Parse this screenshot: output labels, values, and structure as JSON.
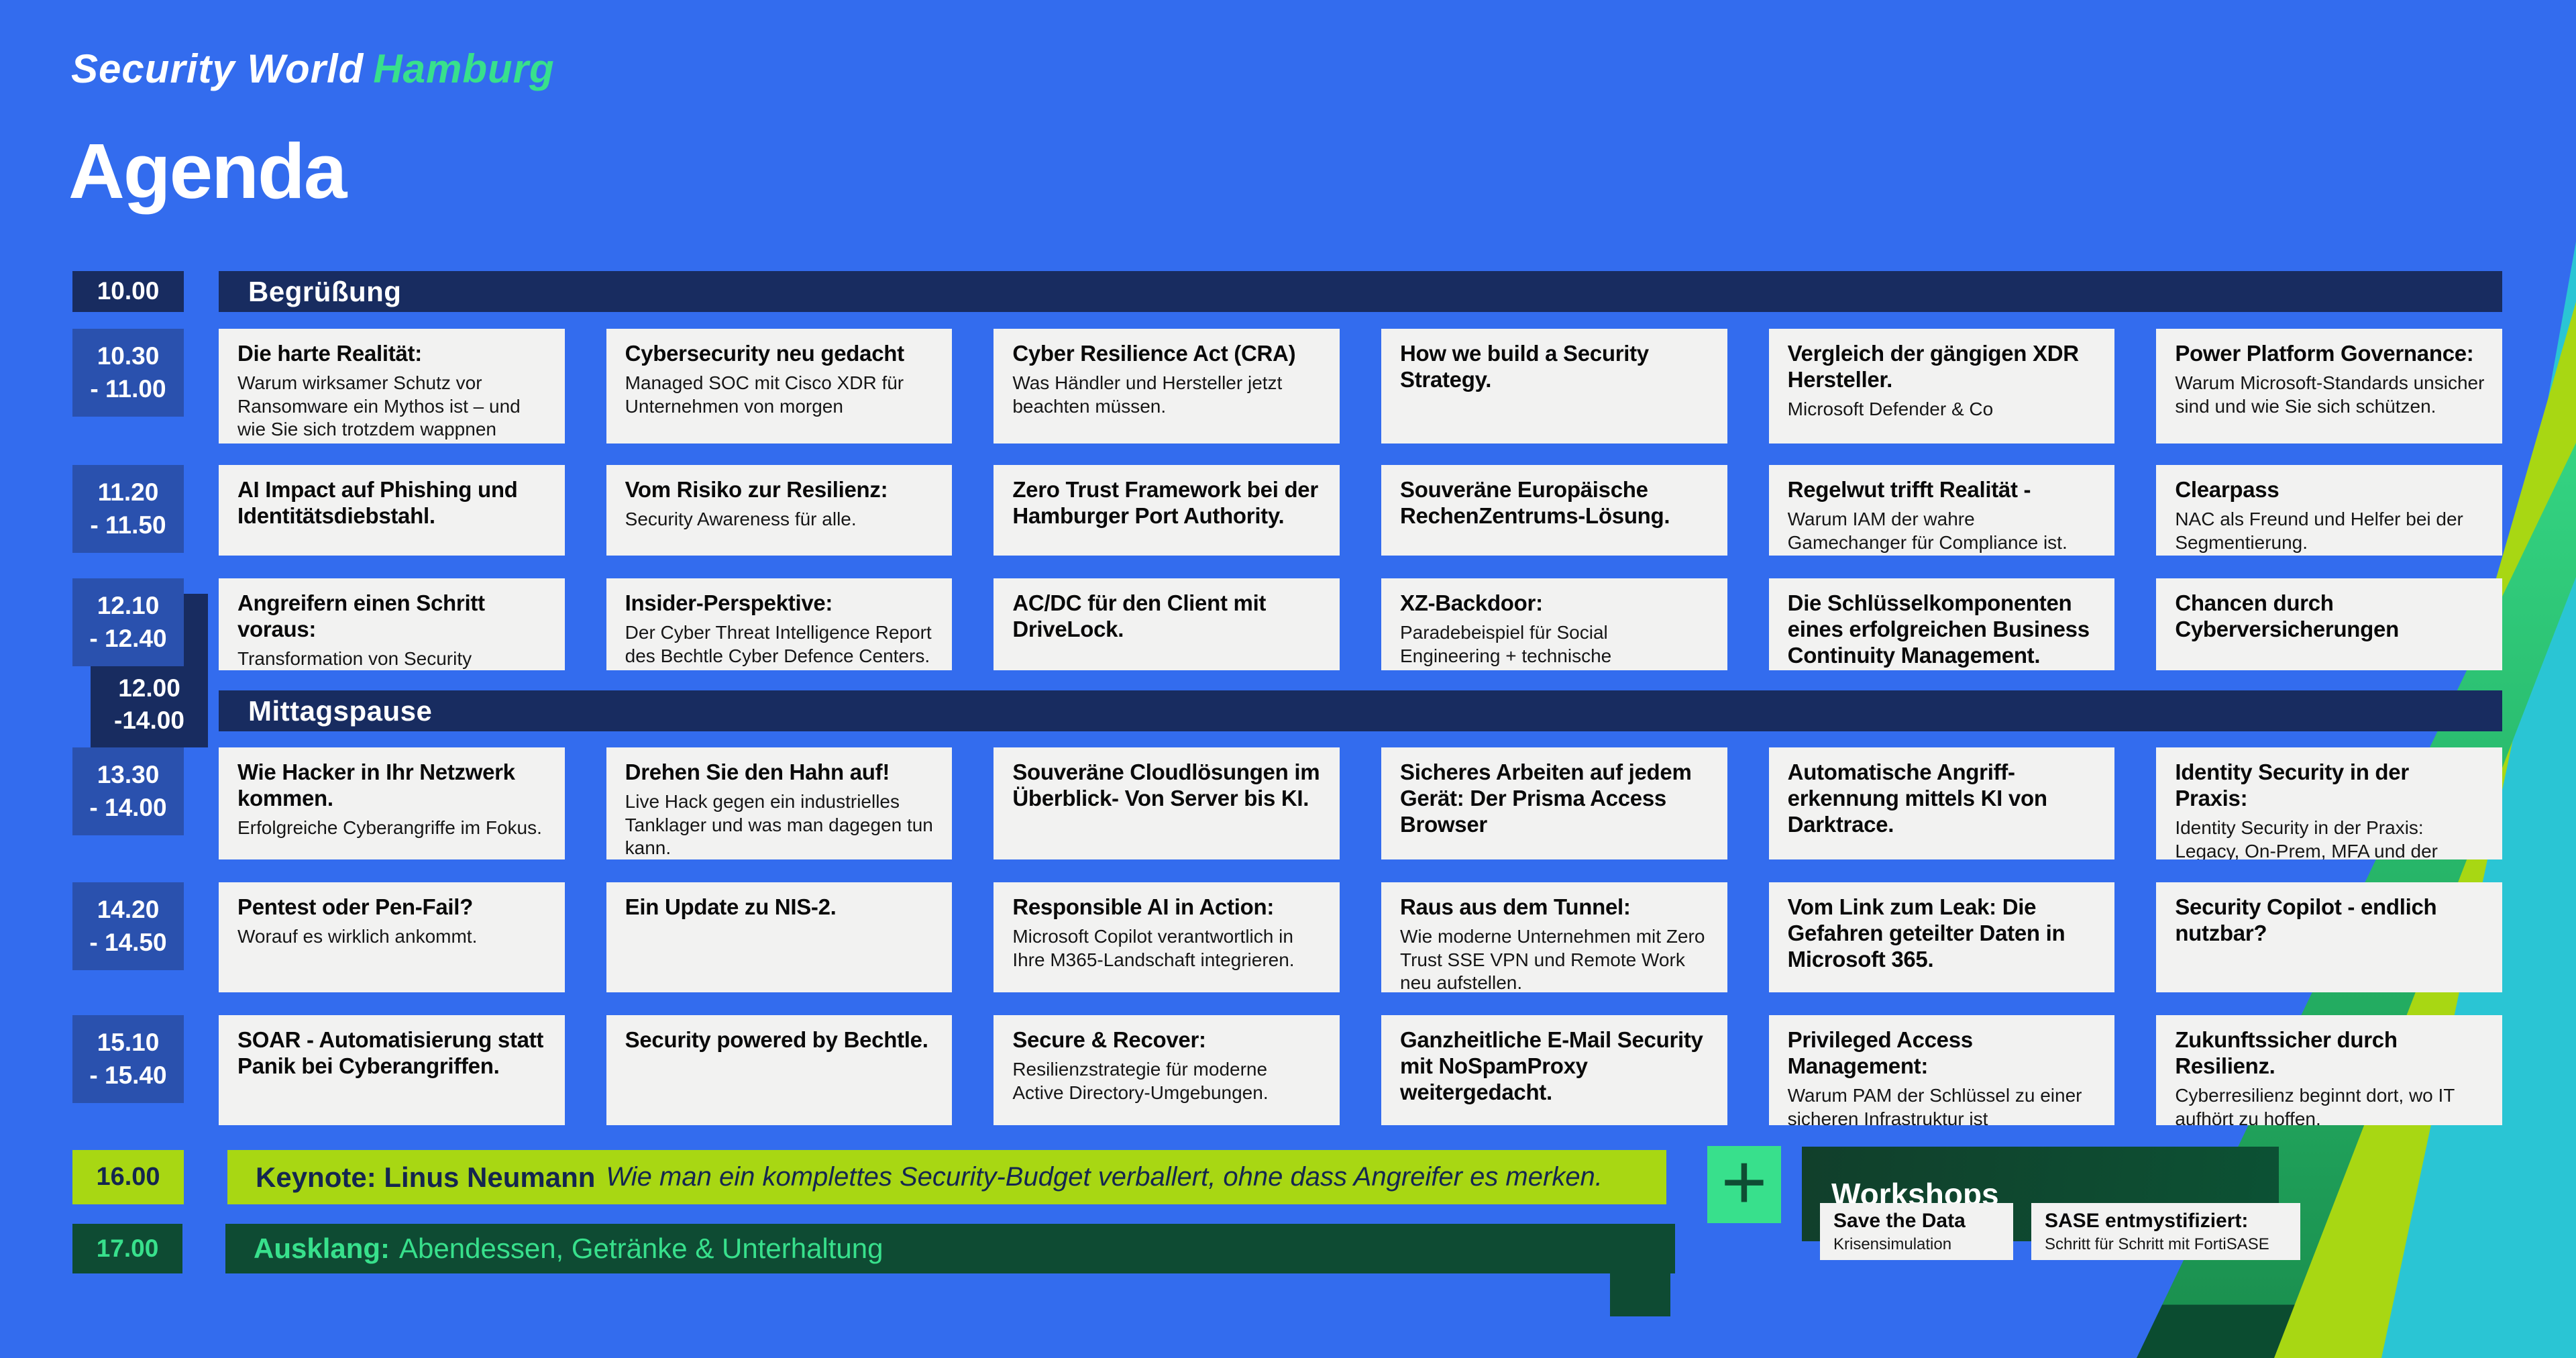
{
  "colors": {
    "background": "#336CEE",
    "navy": "#182C60",
    "time_blue": "#2A51AE",
    "card_bg": "#F2F2F1",
    "lime": "#A8D713",
    "mint_green": "#38E08C",
    "dark_green": "#0E4B33",
    "stripe_cyan": "#2AC5D4",
    "stripe_green": "#23AC61"
  },
  "brand": {
    "title_white": "Security World",
    "title_green": "Hamburg",
    "page_title": "Agenda"
  },
  "sections": {
    "begruessung": {
      "time": "10.00",
      "label": "Begrüßung"
    },
    "mittagspause": {
      "time_line1": "12.00",
      "time_line2": "-14.00",
      "label": "Mittagspause"
    }
  },
  "session_rows": [
    {
      "time_line1": "10.30",
      "time_line2": "- 11.00",
      "sessions": [
        {
          "title": "Die harte Realität:",
          "body": "Warum wirksamer Schutz vor Ransomware ein Mythos ist – und wie Sie sich trotzdem wappnen können."
        },
        {
          "title": "Cybersecurity neu gedacht",
          "body": "Managed SOC mit Cisco XDR für Unternehmen von morgen"
        },
        {
          "title": "Cyber Resilience Act (CRA)",
          "body": "Was Händler und Hersteller jetzt beachten müssen."
        },
        {
          "title": "How we build a Security Strategy.",
          "body": ""
        },
        {
          "title": "Vergleich der gängigen XDR Hersteller.",
          "body": "Microsoft Defender & Co"
        },
        {
          "title": "Power Platform Governance:",
          "body": "Warum Microsoft-Standards unsicher sind und wie Sie sich schützen."
        }
      ]
    },
    {
      "time_line1": "11.20",
      "time_line2": "- 11.50",
      "sessions": [
        {
          "title": "AI Impact auf Phishing und Identitätsdiebstahl.",
          "body": ""
        },
        {
          "title": "Vom Risiko zur Resilienz:",
          "body": "Security Awareness für alle."
        },
        {
          "title": "Zero Trust Framework bei der Hamburger Port Authority.",
          "body": ""
        },
        {
          "title": "Souveräne Europäische RechenZentrums-Lösung.",
          "body": ""
        },
        {
          "title": "Regelwut trifft Realität -",
          "body": "Warum IAM der wahre Gamechanger für Compliance ist."
        },
        {
          "title": "Clearpass",
          "body": "NAC als Freund und Helfer bei der Segmentierung."
        }
      ]
    },
    {
      "time_line1": "12.10",
      "time_line2": "- 12.40",
      "sessions": [
        {
          "title": "Angreifern einen Schritt voraus:",
          "body": "Transformation von Security Operations mit Palo Alto Networks Cortex XSIAM."
        },
        {
          "title": "Insider-Perspektive:",
          "body": "Der Cyber Threat Intelligence Report des Bechtle Cyber Defence Centers."
        },
        {
          "title": "AC/DC für den Client mit DriveLock.",
          "body": ""
        },
        {
          "title": "XZ-Backdoor:",
          "body": "Paradebeispiel für Social Engineering + technische Raffinesse."
        },
        {
          "title": "Die Schlüsselkomponenten eines erfolgreichen Business Continuity Management.",
          "body": ""
        },
        {
          "title": "Chancen durch Cyberversicherungen",
          "body": ""
        }
      ]
    },
    {
      "time_line1": "13.30",
      "time_line2": "- 14.00",
      "sessions": [
        {
          "title": "Wie Hacker in Ihr Netzwerk kommen.",
          "body": "Erfolgreiche Cyberangriffe im Fokus."
        },
        {
          "title": "Drehen Sie den Hahn auf!",
          "body": "Live Hack gegen ein industrielles Tanklager und was man dagegen tun kann."
        },
        {
          "title": "Souveräne Cloudlösungen im Überblick- Von Server bis KI.",
          "body": ""
        },
        {
          "title": "Sicheres Arbeiten auf jedem Gerät: Der Prisma Access Browser",
          "body": ""
        },
        {
          "title": "Automatische Angriff- erkennung mittels KI von Darktrace.",
          "body": ""
        },
        {
          "title": "Identity Security in der Praxis:",
          "body": "Identity Security in der Praxis: Legacy, On-Prem, MFA und der ganzheitliche Blick auf Identitätssicherheit."
        }
      ]
    },
    {
      "time_line1": "14.20",
      "time_line2": "- 14.50",
      "sessions": [
        {
          "title": "Pentest oder Pen-Fail?",
          "body": "Worauf es wirklich ankommt."
        },
        {
          "title": "Ein Update zu NIS-2.",
          "body": ""
        },
        {
          "title": "Responsible AI in Action:",
          "body": "Microsoft Copilot verantwortlich in Ihre M365-Landschaft integrieren."
        },
        {
          "title": "Raus aus dem Tunnel:",
          "body": "Wie moderne Unternehmen mit Zero Trust SSE VPN und Remote Work neu aufstellen."
        },
        {
          "title": "Vom Link zum Leak: Die Gefahren geteilter Daten in Microsoft 365.",
          "body": ""
        },
        {
          "title": "Security Copilot - endlich nutzbar?",
          "body": ""
        }
      ]
    },
    {
      "time_line1": "15.10",
      "time_line2": "- 15.40",
      "sessions": [
        {
          "title": "SOAR - Automatisierung statt Panik bei Cyberangriffen.",
          "body": ""
        },
        {
          "title": "Security powered by Bechtle.",
          "body": ""
        },
        {
          "title": "Secure & Recover:",
          "body": "Resilienzstrategie für moderne Active Directory-Umgebungen."
        },
        {
          "title": "Ganzheitliche E-Mail Security mit NoSpamProxy weitergedacht.",
          "body": ""
        },
        {
          "title": "Privileged Access Management:",
          "body": "Warum PAM der Schlüssel zu einer sicheren Infrastruktur ist"
        },
        {
          "title": "Zukunftssicher durch Resilienz.",
          "body": "Cyberresilienz beginnt dort, wo IT aufhört zu hoffen."
        }
      ]
    }
  ],
  "keynote": {
    "time": "16.00",
    "title_bold": "Keynote: Linus Neumann",
    "title_italic": "Wie man ein komplettes Security-Budget verballert, ohne dass Angreifer es merken."
  },
  "ausklang": {
    "time": "17.00",
    "label_bold": "Ausklang:",
    "label_rest": "Abendessen, Getränke & Unterhaltung"
  },
  "workshops": {
    "plus_icon": "+",
    "title": "Workshops",
    "cards": [
      {
        "title": "Save the Data",
        "subtitle": "Krisensimulation"
      },
      {
        "title": "SASE entmystifiziert:",
        "subtitle": "Schritt für Schritt mit FortiSASE"
      }
    ]
  }
}
